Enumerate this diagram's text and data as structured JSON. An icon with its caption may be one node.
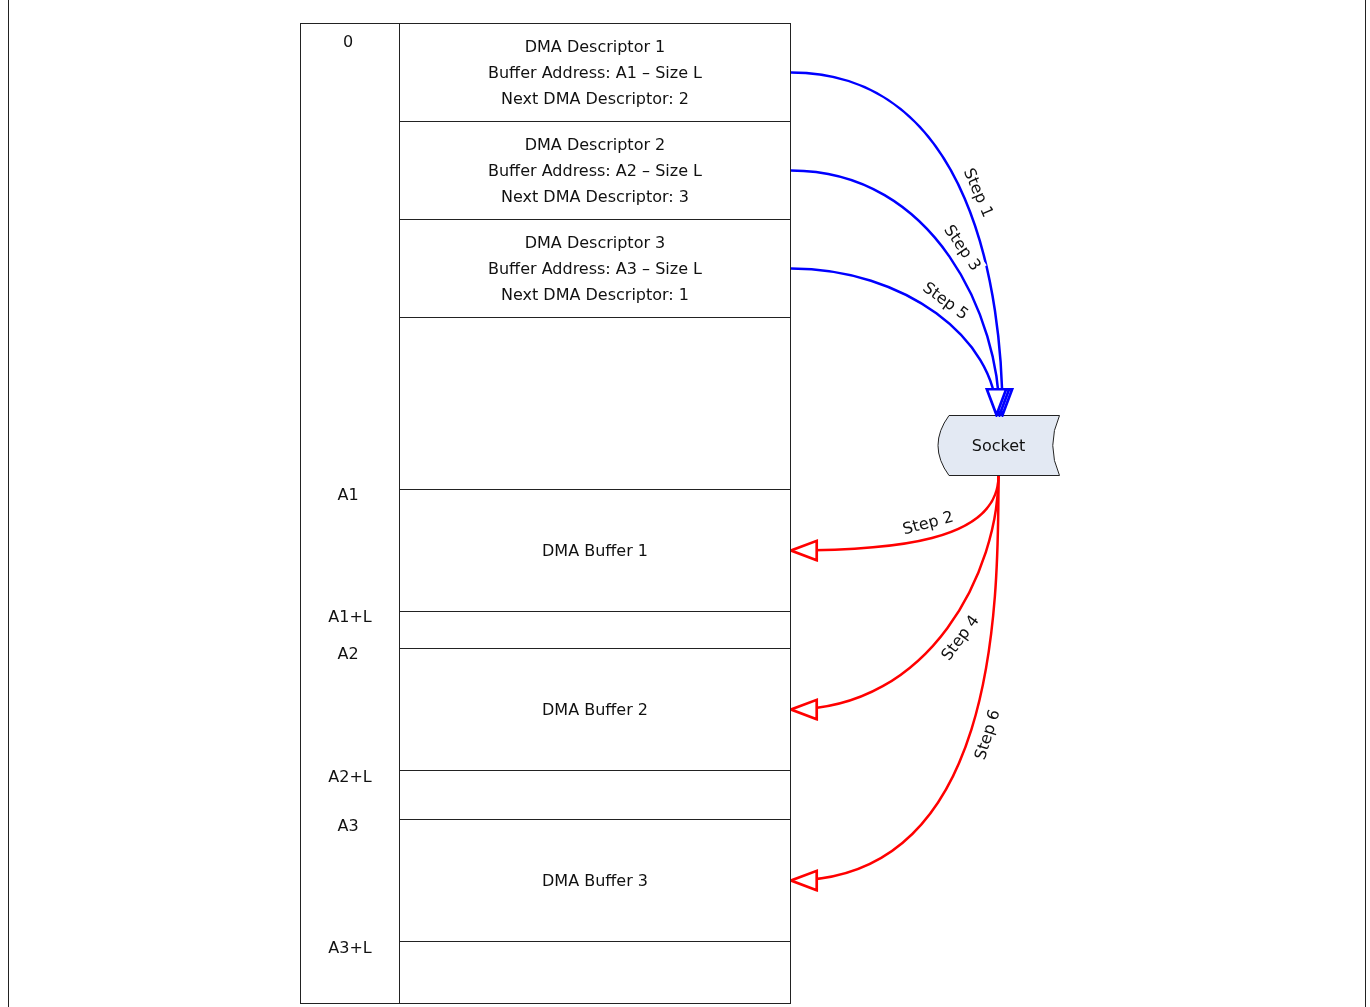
{
  "diagram": {
    "nodes": [
      {
        "text": [
          "DMA Descriptor 1",
          "Buffer Address: A1 – Size L",
          "Next DMA Descriptor: 2"
        ]
      },
      {
        "text": [
          "DMA Descriptor 2",
          "Buffer Address: A2 – Size L",
          "Next DMA Descriptor: 3"
        ]
      },
      {
        "text": [
          "DMA Descriptor 3",
          "Buffer Address: A3 – Size L",
          "Next DMA Descriptor: 1"
        ]
      },
      {
        "text": [],
        "shape": "box"
      },
      {
        "text": [
          "DMA Buffer 1"
        ]
      },
      {
        "text": [],
        "shape": "box"
      },
      {
        "text": [
          "DMA Buffer 2"
        ]
      },
      {
        "text": [],
        "shape": "box"
      },
      {
        "text": [
          "DMA Buffer 3"
        ]
      },
      {
        "text": [],
        "shape": "box"
      },
      {
        "text": [
          "Socket"
        ]
      }
    ],
    "edges": [
      {
        "from": 0,
        "to": 10,
        "arrow": "to",
        "label": "Step 1",
        "color": "#0000ff"
      },
      {
        "from": 10,
        "to": 4,
        "arrow": "to",
        "label": "Step 2",
        "color": "#ff0000"
      },
      {
        "from": 1,
        "to": 10,
        "arrow": "to",
        "label": "Step 3",
        "color": "#0000ff"
      },
      {
        "from": 10,
        "to": 6,
        "arrow": "to",
        "label": "Step 4",
        "color": "#ff0000"
      },
      {
        "from": 2,
        "to": 10,
        "arrow": "to",
        "label": "Step 5",
        "color": "#0000ff"
      },
      {
        "from": 10,
        "to": 8,
        "arrow": "to",
        "label": "Step 6",
        "color": "#ff0000"
      }
    ],
    "labels": [
      "0",
      "A1",
      "A1+L",
      "A2",
      "A2+L",
      "A3",
      "A3+L"
    ]
  }
}
